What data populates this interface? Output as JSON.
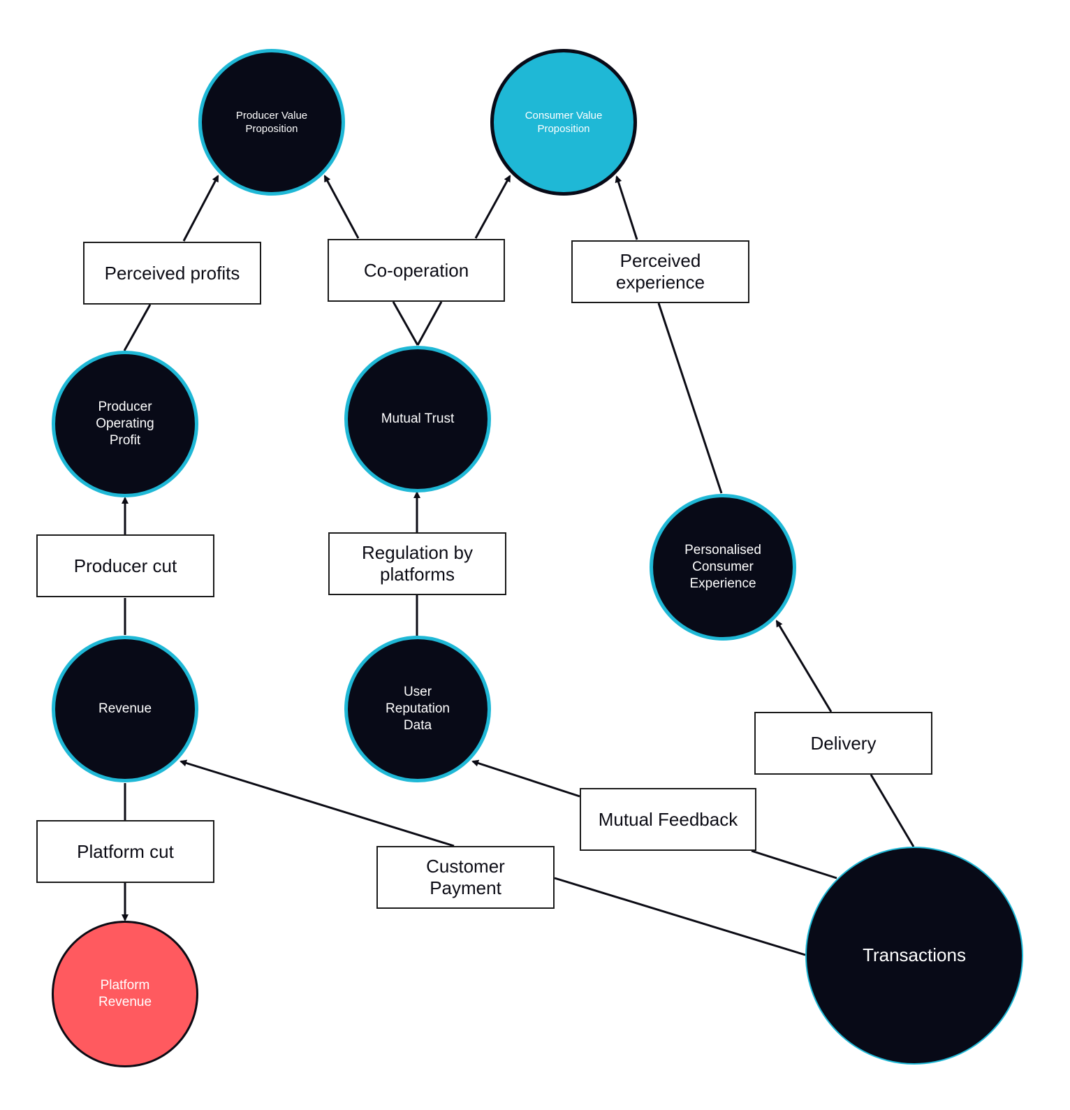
{
  "colors": {
    "node_fill": "#080a17",
    "accent_cyan": "#1fb8d6",
    "consumer_fill": "#1fb8d6",
    "platform_revenue_fill": "#ff5a5f",
    "line": "#0b0b14"
  },
  "nodes": {
    "producer_value": "Producer Value\nProposition",
    "consumer_value": "Consumer Value\nProposition",
    "producer_profit": "Producer\nOperating\nProfit",
    "mutual_trust": "Mutual Trust",
    "personalised": "Personalised\nConsumer\nExperience",
    "revenue": "Revenue",
    "user_reputation": "User\nReputation\nData",
    "platform_revenue": "Platform\nRevenue",
    "transactions": "Transactions"
  },
  "labels": {
    "perceived_profits": "Perceived profits",
    "cooperation": "Co-operation",
    "perceived_experience": "Perceived\nexperience",
    "producer_cut": "Producer cut",
    "regulation": "Regulation by\nplatforms",
    "delivery": "Delivery",
    "mutual_feedback": "Mutual Feedback",
    "platform_cut": "Platform cut",
    "customer_payment": "Customer\nPayment"
  }
}
